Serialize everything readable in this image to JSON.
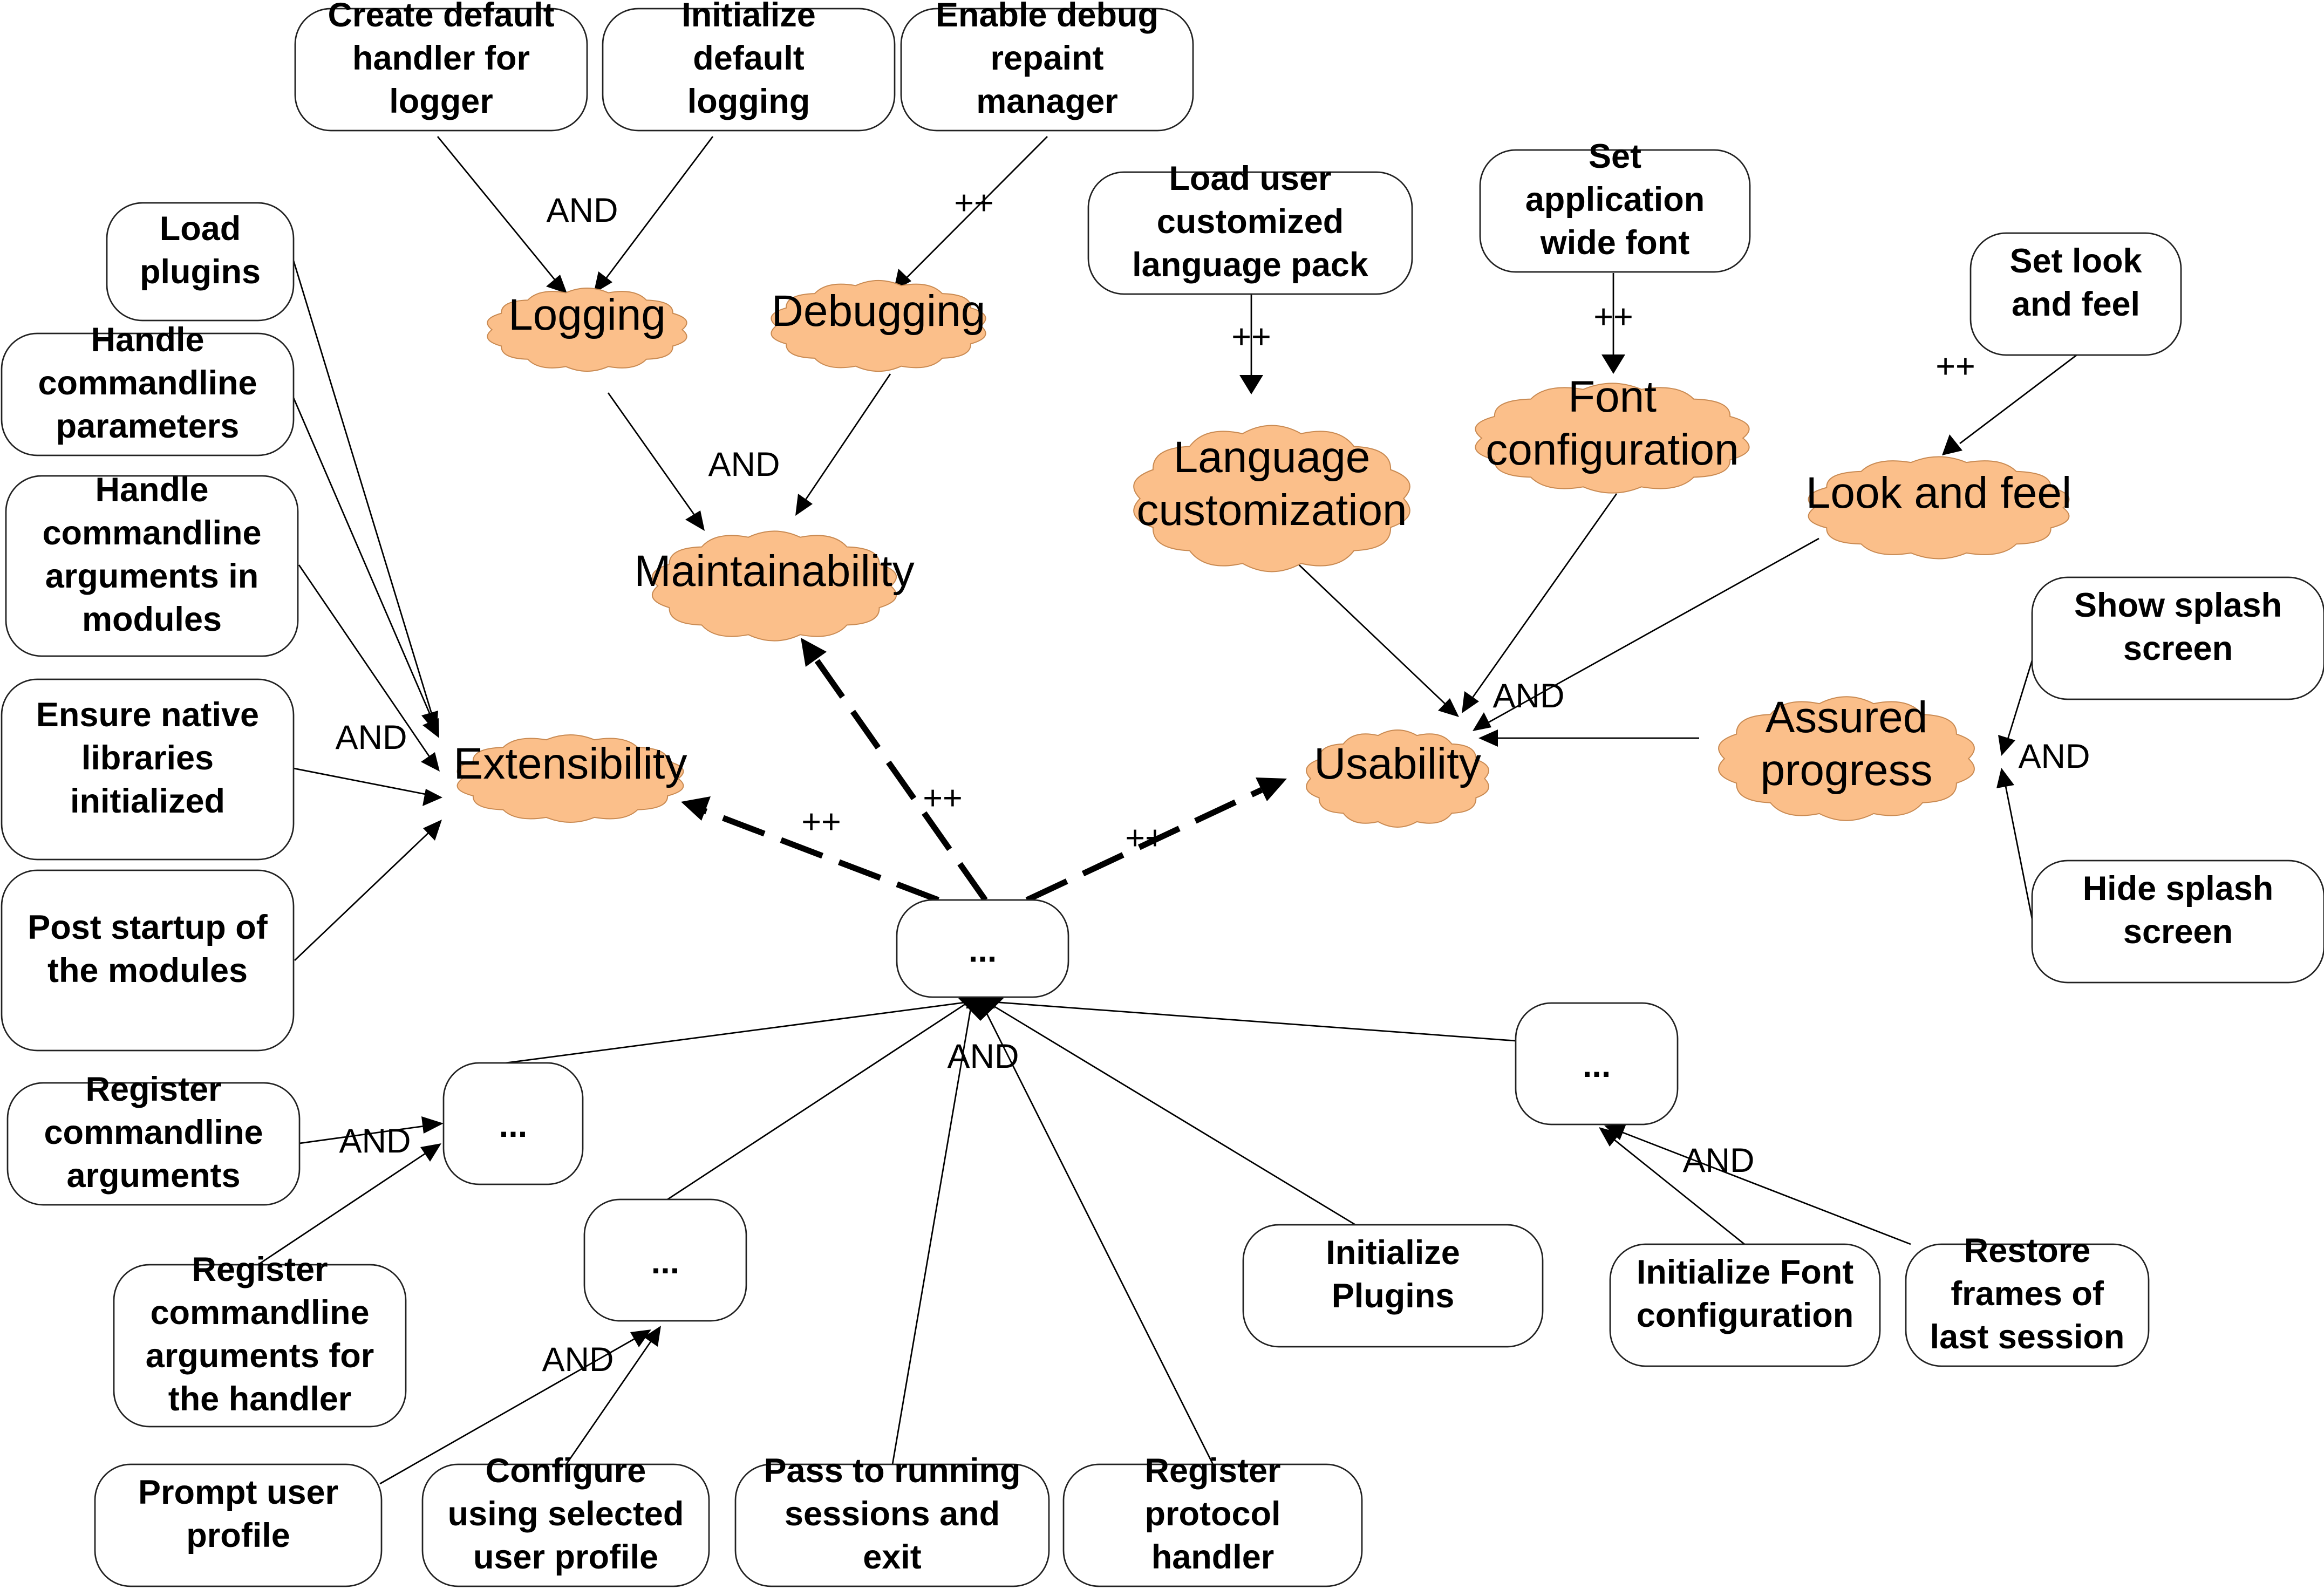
{
  "tasks": {
    "create_default_handler": [
      "Create default",
      "handler for",
      "logger"
    ],
    "initialize_default_logging": [
      "Initialize",
      "default",
      "logging"
    ],
    "enable_debug_repaint": [
      "Enable debug",
      "repaint",
      "manager"
    ],
    "load_plugins": [
      "Load",
      "plugins"
    ],
    "handle_commandline_parameters": [
      "Handle",
      "commandline",
      "parameters"
    ],
    "handle_commandline_arguments_modules": [
      "Handle",
      "commandline",
      "arguments in",
      "modules"
    ],
    "ensure_native_libraries": [
      "Ensure native",
      "libraries",
      "initialized"
    ],
    "post_startup_modules": [
      "Post startup of",
      "the modules"
    ],
    "load_user_language_pack": [
      "Load user",
      "customized",
      "language pack"
    ],
    "set_application_font": [
      "Set",
      "application",
      "wide font"
    ],
    "set_look_and_feel": [
      "Set look",
      "and feel"
    ],
    "show_splash_screen": [
      "Show splash",
      "screen"
    ],
    "hide_splash_screen": [
      "Hide splash",
      "screen"
    ],
    "root": [
      "..."
    ],
    "register_group": [
      "..."
    ],
    "profile_group": [
      "..."
    ],
    "font_group": [
      "..."
    ],
    "register_commandline_arguments": [
      "Register",
      "commandline",
      "arguments"
    ],
    "register_commandline_arguments_handler": [
      "Register",
      "commandline",
      "arguments for",
      "the handler"
    ],
    "prompt_user_profile": [
      "Prompt user",
      "profile"
    ],
    "configure_selected_profile": [
      "Configure",
      "using selected",
      "user profile"
    ],
    "pass_to_running_sessions": [
      "Pass to running",
      "sessions and",
      "exit"
    ],
    "register_protocol_handler": [
      "Register",
      "protocol",
      "handler"
    ],
    "initialize_plugins": [
      "Initialize",
      "Plugins"
    ],
    "initialize_font_configuration": [
      "Initialize Font",
      "configuration"
    ],
    "restore_frames": [
      "Restore",
      "frames of",
      "last session"
    ]
  },
  "goals": {
    "logging": [
      "Logging"
    ],
    "debugging": [
      "Debugging"
    ],
    "maintainability": [
      "Maintainability"
    ],
    "extensibility": [
      "Extensibility"
    ],
    "language_customization": [
      "Language",
      "customization"
    ],
    "font_configuration": [
      "Font",
      "configuration"
    ],
    "look_and_feel": [
      "Look and feel"
    ],
    "usability": [
      "Usability"
    ],
    "assured_progress": [
      "Assured",
      "progress"
    ]
  },
  "edge_labels": {
    "and_logging": "AND",
    "pp_debugging": "++",
    "and_maintainability": "AND",
    "and_extensibility": "AND",
    "pp_language": "++",
    "pp_font": "++",
    "pp_look": "++",
    "and_usability": "AND",
    "and_assured": "AND",
    "pp_extensibility": "++",
    "pp_maintainability": "++",
    "pp_usability": "++",
    "and_root": "AND",
    "and_register": "AND",
    "and_profile": "AND",
    "and_font_group": "AND"
  },
  "colors": {
    "goal_fill": "#fbbf8a",
    "goal_stroke": "#c98a52",
    "task_fill": "#ffffff",
    "line": "#000000"
  }
}
